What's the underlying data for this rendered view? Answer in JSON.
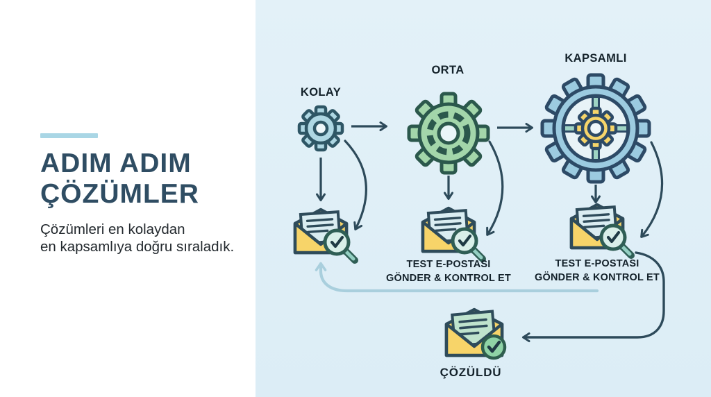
{
  "left_panel": {
    "title": "ADIM ADIM ÇÖZÜMLER",
    "subtitle_line1": "Çözümleri en kolaydan",
    "subtitle_line2": "en kapsamlıya doğru sıraladık.",
    "accent_color": "#a9d6e5",
    "title_color": "#2f4d63"
  },
  "flowchart": {
    "background_color": "#dcedf6",
    "arrow_color": "#2d4a5a",
    "feedback_arrow_color": "#a9cfdd",
    "envelope_color": "#f7d469",
    "steps": [
      {
        "label": "KOLAY",
        "icon": "gear-small-icon",
        "gear_color": "#aed7e3"
      },
      {
        "label": "ORTA",
        "icon": "gear-medium-icon",
        "gear_color": "#a3d6aa"
      },
      {
        "label": "KAPSAMLI",
        "icon": "gear-large-icon",
        "gear_color": "#9ccbe0",
        "inner_gear_color": "#f6d56a"
      }
    ],
    "test_labels": [
      {
        "line1": "TEST E-POSTASI",
        "line2": "GÖNDER & KONTROL ET"
      },
      {
        "line1": "TEST E-POSTASI",
        "line2": "GÖNDER & KONTROL ET"
      }
    ],
    "solved": {
      "label": "ÇÖZÜLDÜ",
      "icon": "envelope-check-icon",
      "check_color": "#8fd3a6"
    }
  }
}
